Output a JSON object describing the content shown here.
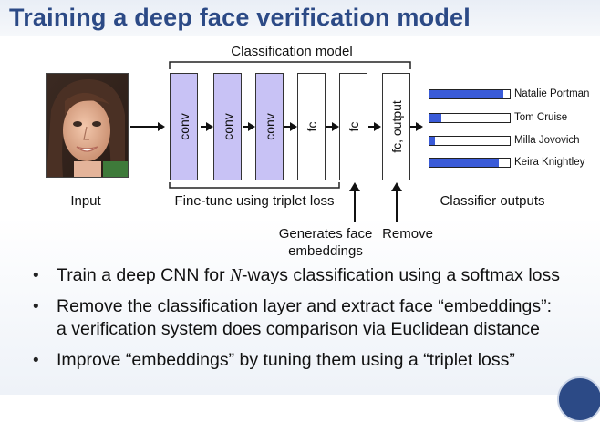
{
  "title": "Training a deep face verification model",
  "top_label": "Classification model",
  "input_label": "Input",
  "finetune_label": "Fine-tune using triplet loss",
  "embeddings_label_line1": "Generates face",
  "embeddings_label_line2": "embeddings",
  "remove_label": "Remove",
  "outputs_label": "Classifier outputs",
  "layers": [
    "conv",
    "conv",
    "conv",
    "fc",
    "fc",
    "fc, output"
  ],
  "classifier_outputs": [
    {
      "name": "Natalie Portman",
      "score": 0.92
    },
    {
      "name": "Tom Cruise",
      "score": 0.15
    },
    {
      "name": "Milla Jovovich",
      "score": 0.07
    },
    {
      "name": "Keira Knightley",
      "score": 0.86
    }
  ],
  "bullets": [
    {
      "pre": "Train a deep CNN for ",
      "em": "N",
      "post": "-ways classification using a softmax loss"
    },
    {
      "line1": "Remove the classification layer and extract face “embeddings”:",
      "line2": "a verification system does comparison via Euclidean distance"
    },
    {
      "text": "Improve “embeddings” by tuning them using a “triplet loss”"
    }
  ],
  "colors": {
    "title": "#2c4a86",
    "conv": "#c8c2f5",
    "bar_fill": "#3a5bd8"
  }
}
